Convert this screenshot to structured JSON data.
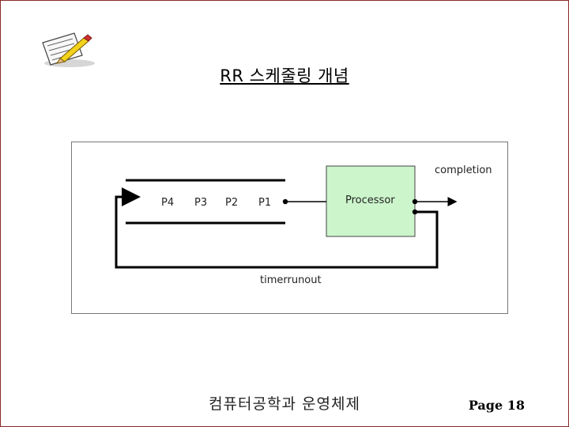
{
  "slide": {
    "title": "RR 스케줄링 개념",
    "footer": "컴퓨터공학과 운영체제",
    "page": "Page 18"
  },
  "diagram": {
    "queue": [
      "P4",
      "P3",
      "P2",
      "P1"
    ],
    "processor_label": "Processor",
    "completion_label": "completion",
    "timeout_label": "timerrunout",
    "processor_color": "#ccf5cc"
  },
  "icons": {
    "slide_icon": "notepad-pencil-icon"
  }
}
